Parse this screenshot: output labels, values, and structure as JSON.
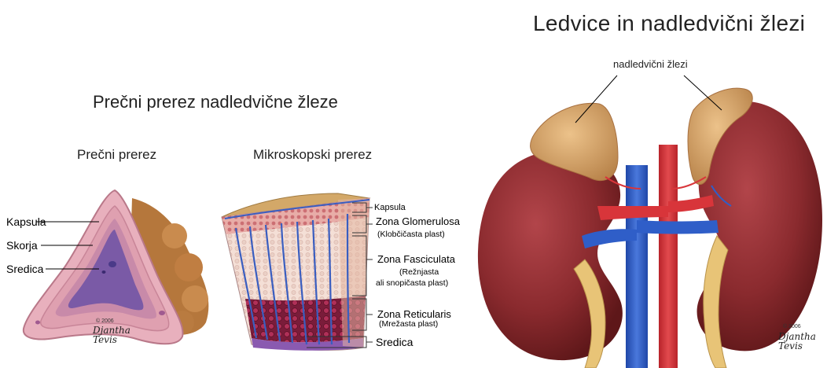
{
  "title_main": "Ledvice in nadledvični žlezi",
  "title_section": "Prečni prerez nadledvične žleze",
  "panel_cross": {
    "title": "Prečni prerez",
    "labels": {
      "capsule": "Kapsula",
      "cortex": "Skorja",
      "medulla": "Sredica"
    },
    "copyright": "© 2006",
    "signature": "Djantha Tevis"
  },
  "panel_micro": {
    "title": "Mikroskopski prerez",
    "labels": {
      "capsule": "Kapsula",
      "glomerulosa": "Zona Glomerulosa",
      "glomerulosa_sl": "(Klobčičasta plast)",
      "fasciculata": "Zona Fasciculata",
      "fasciculata_sl1": "(Režnjasta",
      "fasciculata_sl2": "ali snopičasta plast)",
      "reticularis": "Zona Reticularis",
      "reticularis_sl": "(Mrežasta plast)",
      "medulla": "Sredica"
    }
  },
  "panel_kidney": {
    "label_adrenals": "nadledvični žlezi",
    "copyright": "© 2006",
    "signature": "Djantha Tevis"
  },
  "colors": {
    "kidney": "#8a2a2e",
    "adrenal": "#d9a66b",
    "artery": "#d8353a",
    "vein": "#2f5ec8",
    "ureter": "#e8c477",
    "cortex": "#e6a9b5",
    "medulla": "#7a5aa6"
  }
}
